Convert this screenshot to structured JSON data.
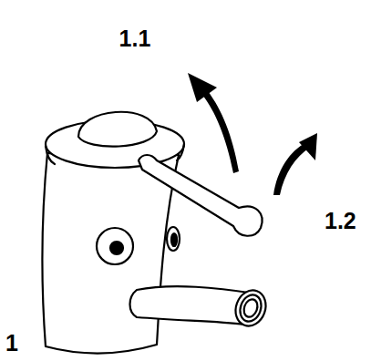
{
  "diagram": {
    "labels": [
      "1.1",
      "1.2",
      "1"
    ]
  }
}
